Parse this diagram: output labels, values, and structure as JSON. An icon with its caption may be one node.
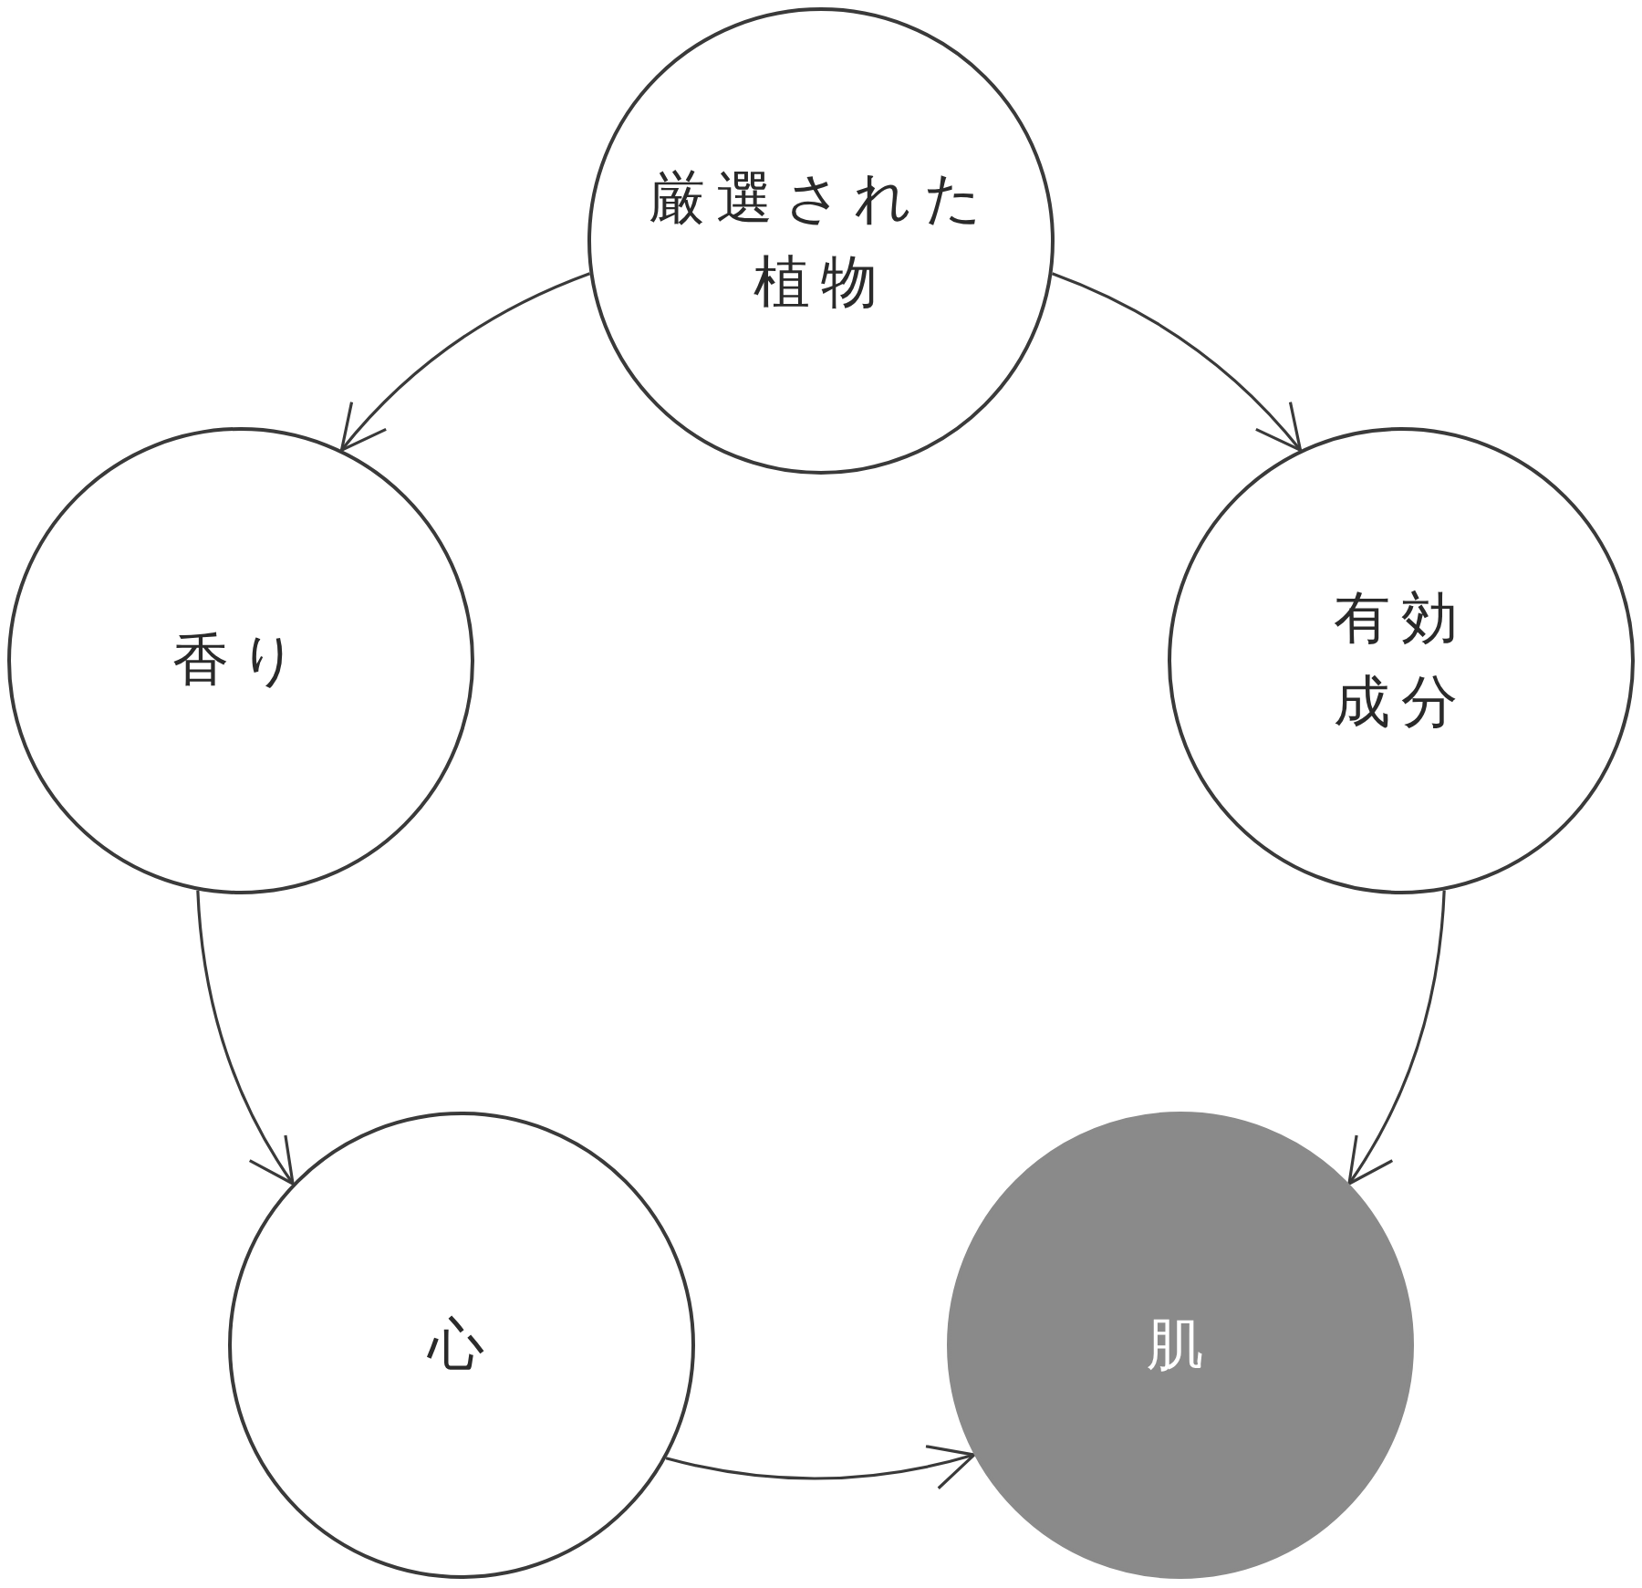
{
  "diagram": {
    "nodes": [
      {
        "text": [
          "厳選された植物"
        ]
      },
      {
        "text": [
          "香り"
        ]
      },
      {
        "text": [
          "有効成分"
        ]
      },
      {
        "text": [
          "心"
        ]
      },
      {
        "text": [
          "肌"
        ]
      }
    ],
    "edges": [
      {
        "from": 0,
        "to": 1,
        "arrow": "to"
      },
      {
        "from": 0,
        "to": 2,
        "arrow": "to"
      },
      {
        "from": 1,
        "to": 3,
        "arrow": "to"
      },
      {
        "from": 2,
        "to": 4,
        "arrow": "to"
      },
      {
        "from": 3,
        "to": 4,
        "arrow": "to"
      }
    ]
  }
}
